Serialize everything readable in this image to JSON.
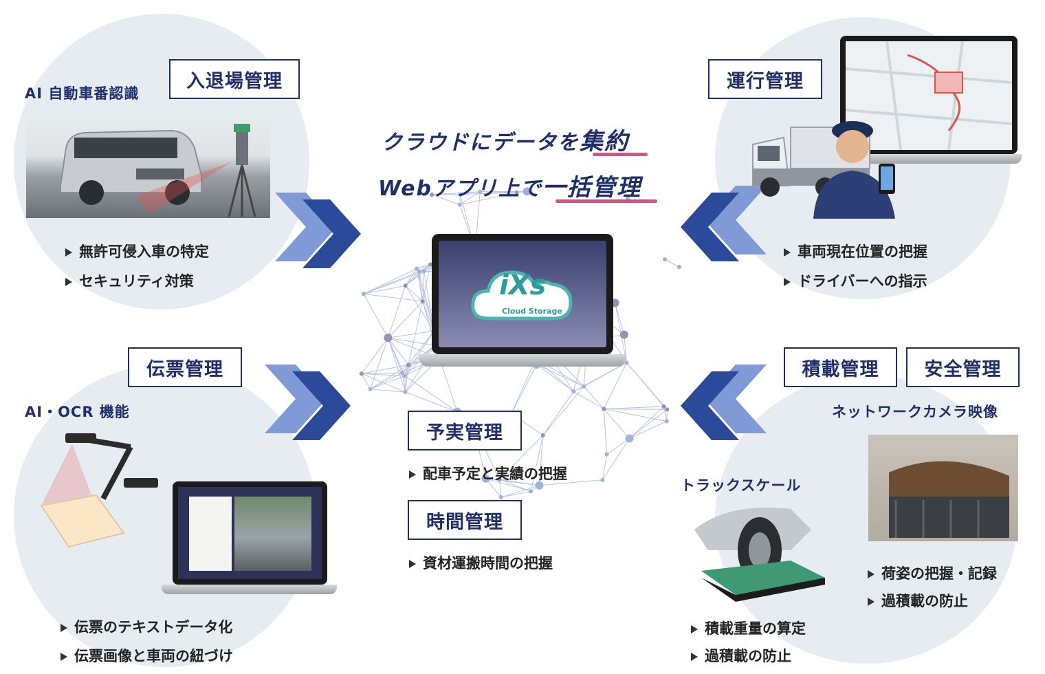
{
  "headline": {
    "line1_prefix": "クラウドにデータを",
    "line1_emph": "集約",
    "line2_prefix": "Webアプリ上で",
    "line2_emph": "一括管理"
  },
  "center": {
    "logo_main": "iXs",
    "logo_sub": "Cloud Storage"
  },
  "modules": {
    "entry_exit": {
      "title": "入退場管理",
      "caption": "AI 自動車番認識",
      "features": [
        "無許可侵入車の特定",
        "セキュリティ対策"
      ]
    },
    "operation": {
      "title": "運行管理",
      "features": [
        "車両現在位置の把握",
        "ドライバーへの指示"
      ]
    },
    "slip": {
      "title": "伝票管理",
      "caption": "AI・OCR 機能",
      "features": [
        "伝票のテキストデータ化",
        "伝票画像と車両の紐づけ"
      ]
    },
    "plan": {
      "title": "予実管理",
      "features": [
        "配車予定と実績の把握"
      ]
    },
    "time": {
      "title": "時間管理",
      "features": [
        "資材運搬時間の把握"
      ]
    },
    "load": {
      "title": "積載管理",
      "caption": "トラックスケール",
      "features": [
        "積載重量の算定",
        "過積載の防止"
      ]
    },
    "safety": {
      "title": "安全管理",
      "caption": "ネットワークカメラ映像",
      "features": [
        "荷姿の把握・記録",
        "過積載の防止"
      ]
    }
  },
  "colors": {
    "navy": "#1f2f6b",
    "bubble": "#e7ebf2",
    "arrow_dark": "#2c4a9a",
    "arrow_light": "#7f9ad6",
    "underline": "#c23a6f",
    "screen": "#3a3f6e"
  }
}
